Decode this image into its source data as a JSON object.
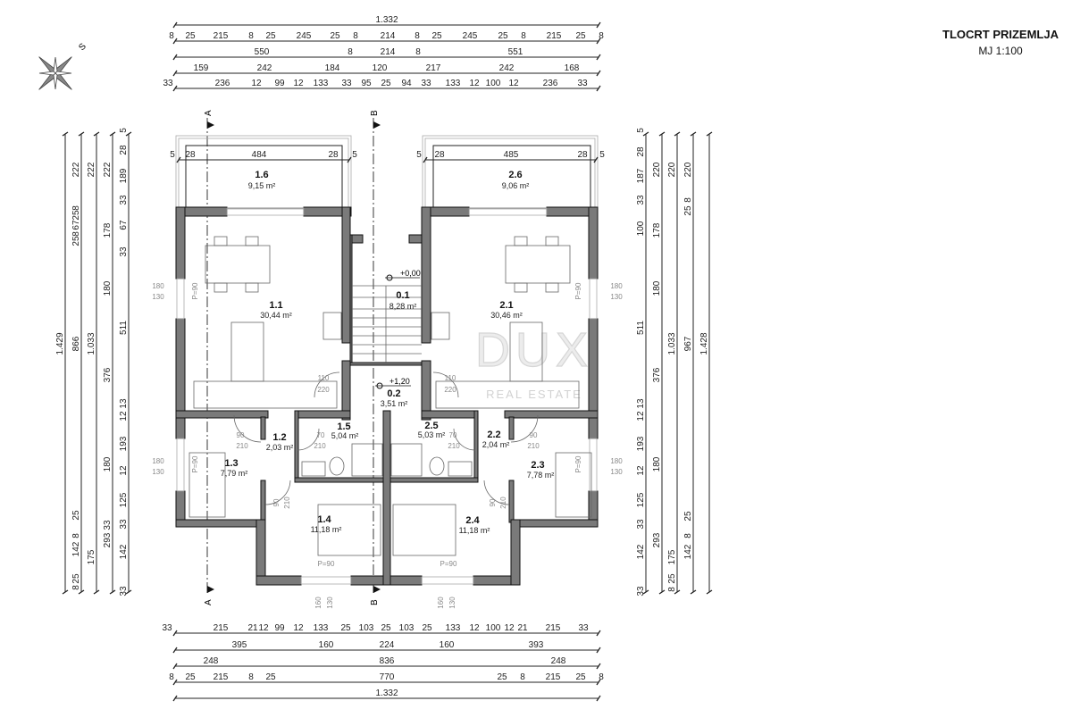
{
  "title": {
    "main": "TLOCRT PRIZEMLJA",
    "scale": "MJ 1:100"
  },
  "compass": {
    "label": "S"
  },
  "watermark": {
    "logo": "DUX",
    "tagline": "REAL ESTATE"
  },
  "section_markers": {
    "a": "A",
    "b": "B"
  },
  "elevations": {
    "entry": "+0,00",
    "landing": "+1,20"
  },
  "rooms": [
    {
      "id": "1.6",
      "area": "9,15 m²"
    },
    {
      "id": "2.6",
      "area": "9,06 m²"
    },
    {
      "id": "1.1",
      "area": "30,44 m²"
    },
    {
      "id": "0.1",
      "area": "8,28 m²"
    },
    {
      "id": "2.1",
      "area": "30,46 m²"
    },
    {
      "id": "0.2",
      "area": "3,51 m²"
    },
    {
      "id": "1.5",
      "area": "5,04 m²"
    },
    {
      "id": "2.5",
      "area": "5,03 m²"
    },
    {
      "id": "1.2",
      "area": "2,03 m²"
    },
    {
      "id": "2.2",
      "area": "2,04 m²"
    },
    {
      "id": "1.3",
      "area": "7,79 m²"
    },
    {
      "id": "2.3",
      "area": "7,78 m²"
    },
    {
      "id": "1.4",
      "area": "11,18 m²"
    },
    {
      "id": "2.4",
      "area": "11,18 m²"
    }
  ],
  "openings": {
    "parapet": "P=90",
    "win_180": "180",
    "win_130": "130",
    "win_160": "160",
    "door_110": "110",
    "door_220": "220",
    "door_90": "90",
    "door_70": "70",
    "door_210": "210"
  },
  "dimensions": {
    "top": [
      [
        "1.332"
      ],
      [
        "8",
        "25",
        "215",
        "8",
        "25",
        "245",
        "25",
        "8",
        "214",
        "8",
        "25",
        "245",
        "25",
        "8",
        "215",
        "25",
        "8"
      ],
      [
        "550",
        "8",
        "214",
        "8",
        "551"
      ],
      [
        "159",
        "242",
        "184",
        "120",
        "217",
        "242",
        "168"
      ],
      [
        "33",
        "236",
        "12",
        "99",
        "12",
        "133",
        "33",
        "95",
        "25",
        "94",
        "33",
        "133",
        "12",
        "100",
        "12",
        "236",
        "33"
      ]
    ],
    "bottom": [
      [
        "33",
        "215",
        "21",
        "12",
        "99",
        "12",
        "133",
        "25",
        "103",
        "25",
        "103",
        "25",
        "133",
        "12",
        "100",
        "12",
        "21",
        "215",
        "33"
      ],
      [
        "395",
        "160",
        "224",
        "160",
        "393"
      ],
      [
        "248",
        "836",
        "248"
      ],
      [
        "8",
        "25",
        "215",
        "8",
        "25",
        "770",
        "25",
        "8",
        "215",
        "25",
        "8"
      ],
      [
        "1.332"
      ]
    ],
    "left": [
      [
        "1.429"
      ],
      [
        "222",
        "8",
        "25",
        "67",
        "8",
        "25",
        "866",
        "25",
        "8",
        "142",
        "25",
        "8"
      ],
      [
        "222",
        "1.033",
        "175"
      ],
      [
        "222",
        "178",
        "180",
        "376",
        "180",
        "33",
        "293"
      ],
      [
        "5",
        "28",
        "189",
        "33",
        "67",
        "33",
        "511",
        "13",
        "12",
        "193",
        "12",
        "125",
        "33",
        "142",
        "33"
      ]
    ],
    "right": [
      [
        "5",
        "28",
        "187",
        "33",
        "100",
        "511",
        "13",
        "12",
        "193",
        "12",
        "125",
        "33",
        "142",
        "33"
      ],
      [
        "220",
        "178",
        "180",
        "376",
        "180",
        "293"
      ],
      [
        "220",
        "1.033",
        "175",
        "25",
        "8"
      ],
      [
        "220",
        "8",
        "25",
        "967",
        "25",
        "8",
        "142"
      ],
      [
        "1.428"
      ]
    ],
    "terrace_left": [
      "5",
      "28",
      "484",
      "28",
      "5"
    ],
    "terrace_right": [
      "5",
      "28",
      "485",
      "28",
      "5"
    ]
  }
}
